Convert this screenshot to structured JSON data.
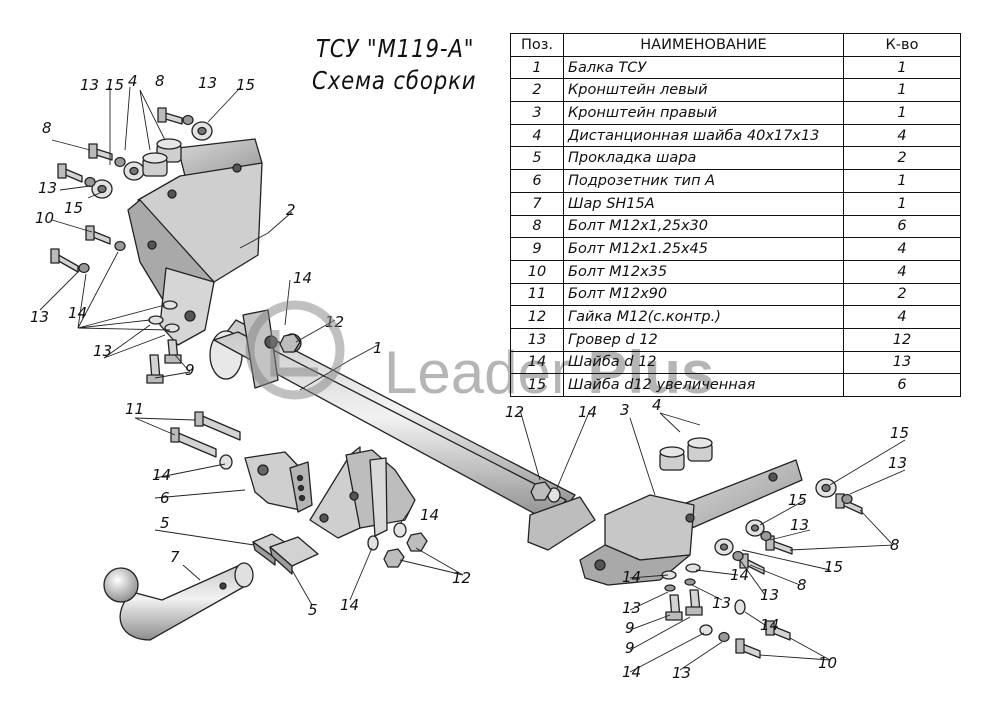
{
  "title": {
    "line1": "ТСУ \"М119-А\"",
    "line2": "Схема сборки"
  },
  "table": {
    "headers": {
      "pos": "Поз.",
      "name": "НАИМЕНОВАНИЕ",
      "qty": "К-во"
    },
    "rows": [
      {
        "pos": "1",
        "name": "Балка ТСУ",
        "qty": "1"
      },
      {
        "pos": "2",
        "name": "Кронштейн левый",
        "qty": "1"
      },
      {
        "pos": "3",
        "name": "Кронштейн правый",
        "qty": "1"
      },
      {
        "pos": "4",
        "name": "Дистанционная шайба 40x17x13",
        "qty": "4"
      },
      {
        "pos": "5",
        "name": "Прокладка шара",
        "qty": "2"
      },
      {
        "pos": "6",
        "name": "Подрозетник тип А",
        "qty": "1"
      },
      {
        "pos": "7",
        "name": "Шар SH15A",
        "qty": "1"
      },
      {
        "pos": "8",
        "name": "Болт М12х1,25х30",
        "qty": "6"
      },
      {
        "pos": "9",
        "name": "Болт М12х1.25х45",
        "qty": "4"
      },
      {
        "pos": "10",
        "name": "Болт М12х35",
        "qty": "4"
      },
      {
        "pos": "11",
        "name": "Болт М12х90",
        "qty": "2"
      },
      {
        "pos": "12",
        "name": "Гайка М12(с.контр.)",
        "qty": "4"
      },
      {
        "pos": "13",
        "name": "Гровер d 12",
        "qty": "12"
      },
      {
        "pos": "14",
        "name": "Шайба d 12",
        "qty": "13"
      },
      {
        "pos": "15",
        "name": "Шайба d12 увеличенная",
        "qty": "6"
      }
    ]
  },
  "watermark": {
    "light": "Leader ",
    "bold": "Plus"
  },
  "labels": {
    "l1": "1",
    "l2": "2",
    "l3": "3",
    "l4": "4",
    "l5": "5",
    "l6": "6",
    "l7": "7",
    "l8": "8",
    "l9": "9",
    "l10": "10",
    "l11": "11",
    "l12": "12",
    "l13": "13",
    "l14": "14",
    "l15": "15"
  }
}
